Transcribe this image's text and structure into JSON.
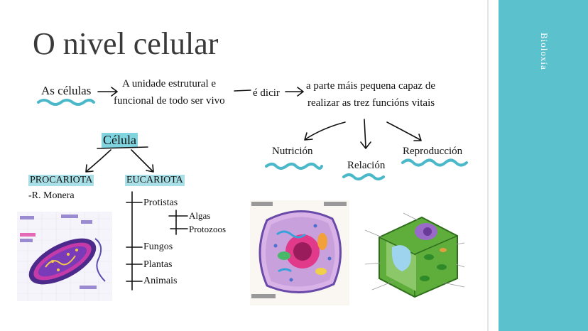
{
  "slide": {
    "title": "O nivel celular",
    "side_label": "Bioloxía",
    "definition": {
      "subject": "As células",
      "line1": "A unidade estrutural e",
      "line2": "funcional de todo ser vivo",
      "connector": "é dicir",
      "fn_line1": "a parte máis pequena capaz de",
      "fn_line2": "realizar as trez funcións vitais"
    },
    "functions": {
      "nutrition": "Nutrición",
      "relation": "Relación",
      "reproduction": "Reproducción"
    },
    "tree": {
      "root": "Célula",
      "prokaryote": "PROCARIOTA",
      "prokaryote_sub": "-R. Monera",
      "eukaryote": "EUCARIOTA",
      "protists": "Protistas",
      "algae": "Algas",
      "protozoa": "Protozoos",
      "fungi": "Fungos",
      "plants": "Plantas",
      "animals": "Animais"
    },
    "colors": {
      "accent": "#5bc1cd",
      "highlight": "#7fd4df",
      "wave": "#4ab8c9"
    }
  }
}
